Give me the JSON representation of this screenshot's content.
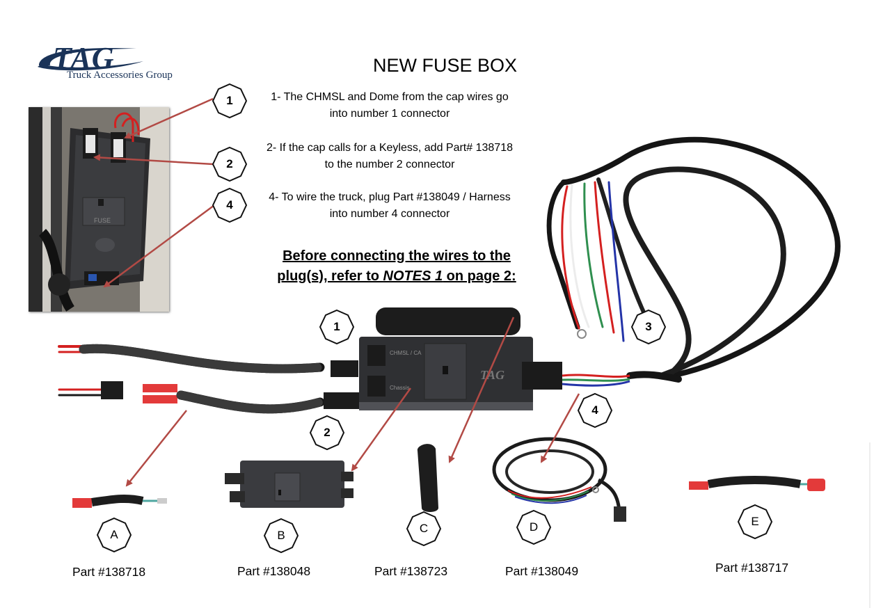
{
  "logo": {
    "word": "TAG",
    "subtitle": "Truck Accessories Group"
  },
  "title": "NEW FUSE BOX",
  "steps": [
    {
      "line1": "1-  The CHMSL and Dome from the cap wires go",
      "line2": "into number 1 connector"
    },
    {
      "line1": "2-  If the cap calls for a Keyless, add Part# 138718",
      "line2": "to the number 2 connector"
    },
    {
      "line1": "4- To wire the truck, plug Part #138049 / Harness",
      "line2": "into number 4 connector"
    }
  ],
  "warning": {
    "line1": "Before connecting the wires to the",
    "line2_pre": "plug(s), refer to ",
    "line2_em": "NOTES 1",
    "line2_post": " on page 2:"
  },
  "photo_callouts": [
    "1",
    "2",
    "4"
  ],
  "connector_callouts": [
    "1",
    "2",
    "3",
    "4"
  ],
  "fusebox_labels": {
    "top": "CHMSL / CA",
    "mid": "Chassis",
    "fuse": "FUSE",
    "brand": "TAG"
  },
  "parts": [
    {
      "letter": "A",
      "number": "Part #138718"
    },
    {
      "letter": "B",
      "number": "Part #138048"
    },
    {
      "letter": "C",
      "number": "Part #138723"
    },
    {
      "letter": "D",
      "number": "Part #138049"
    },
    {
      "letter": "E",
      "number": "Part #138717"
    }
  ],
  "colors": {
    "logo": "#1a3358",
    "arrow": "#b24a45",
    "wire_red": "#d42020",
    "wire_green": "#2f8f4f",
    "wire_blue": "#2434a8",
    "sleeve": "#1c1c1c"
  }
}
